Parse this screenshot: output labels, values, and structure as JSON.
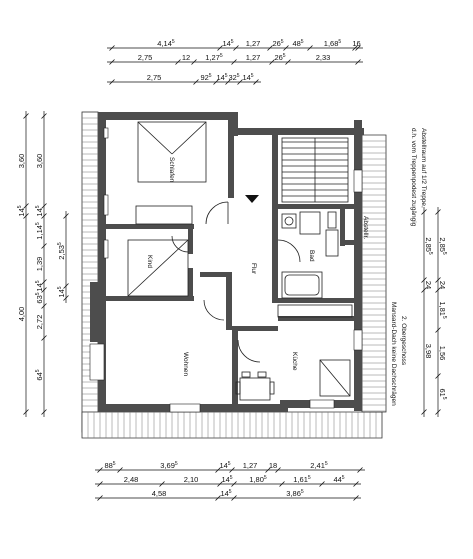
{
  "rooms": {
    "schlafen": "Schlafen",
    "kind": "Kind",
    "flur": "Flur",
    "bad": "Bad",
    "wohnen": "Wohnen",
    "kueche": "Küche",
    "abstellraum": "Abstellr."
  },
  "notes": {
    "abstell_1": "Abstellraum auf 1/2 Treppe,",
    "abstell_2": "d.h. vom Treppenpodest zugängig",
    "floor_1": "2. Obergeschoss",
    "floor_2": "Mansard-Dach keine Dachschrägen"
  },
  "dims": {
    "top": {
      "r1": [
        {
          "v": "4,14",
          "s": "5"
        },
        {
          "v": "14",
          "s": "5"
        },
        {
          "v": "1,27",
          "s": ""
        },
        {
          "v": "26",
          "s": "5"
        },
        {
          "v": "48",
          "s": "5"
        },
        {
          "v": "1,68",
          "s": "5"
        },
        {
          "v": "16",
          "s": ""
        }
      ],
      "r2": [
        {
          "v": "2,75",
          "s": ""
        },
        {
          "v": "12",
          "s": ""
        },
        {
          "v": "1,27",
          "s": "5"
        },
        {
          "v": "1,27",
          "s": ""
        },
        {
          "v": "26",
          "s": "5"
        },
        {
          "v": "2,33",
          "s": ""
        }
      ],
      "r3": [
        {
          "v": "2,75",
          "s": ""
        },
        {
          "v": "92",
          "s": "5"
        },
        {
          "v": "14",
          "s": "5"
        },
        {
          "v": "32",
          "s": "5"
        },
        {
          "v": "14",
          "s": "5"
        }
      ]
    },
    "bottom": {
      "r1": [
        {
          "v": "88",
          "s": "5"
        },
        {
          "v": "3,69",
          "s": "5"
        },
        {
          "v": "14",
          "s": "5"
        },
        {
          "v": "1,27",
          "s": ""
        },
        {
          "v": "18",
          "s": ""
        },
        {
          "v": "2,41",
          "s": "5"
        }
      ],
      "r2": [
        {
          "v": "2,48",
          "s": ""
        },
        {
          "v": "2,10",
          "s": ""
        },
        {
          "v": "14",
          "s": "5"
        },
        {
          "v": "1,80",
          "s": "5"
        },
        {
          "v": "1,61",
          "s": "5"
        },
        {
          "v": "44",
          "s": "5"
        }
      ],
      "r3": [
        {
          "v": "4,58",
          "s": ""
        },
        {
          "v": "14",
          "s": "5"
        },
        {
          "v": "3,86",
          "s": "5"
        }
      ]
    },
    "left": {
      "c1": [
        {
          "v": "3,60",
          "s": ""
        },
        {
          "v": "14",
          "s": "5"
        },
        {
          "v": "4,00",
          "s": ""
        }
      ],
      "c2": [
        {
          "v": "3,60",
          "s": ""
        },
        {
          "v": "14",
          "s": "5"
        },
        {
          "v": "1,14",
          "s": "5"
        },
        {
          "v": "1,39",
          "s": ""
        },
        {
          "v": "14",
          "s": "5"
        },
        {
          "v": "63",
          "s": "5"
        },
        {
          "v": "2,72",
          "s": ""
        },
        {
          "v": "64",
          "s": "5"
        }
      ],
      "c3": [
        {
          "v": "2,53",
          "s": "5"
        },
        {
          "v": "14",
          "s": "5"
        }
      ]
    },
    "right": {
      "c1": [
        {
          "v": "2,85",
          "s": "5"
        },
        {
          "v": "24",
          "s": ""
        },
        {
          "v": "1,81",
          "s": "5"
        },
        {
          "v": "1,56",
          "s": ""
        },
        {
          "v": "61",
          "s": "5"
        }
      ],
      "c2": [
        {
          "v": "2,85",
          "s": "5"
        },
        {
          "v": "24",
          "s": ""
        },
        {
          "v": "3,98",
          "s": ""
        }
      ]
    }
  }
}
